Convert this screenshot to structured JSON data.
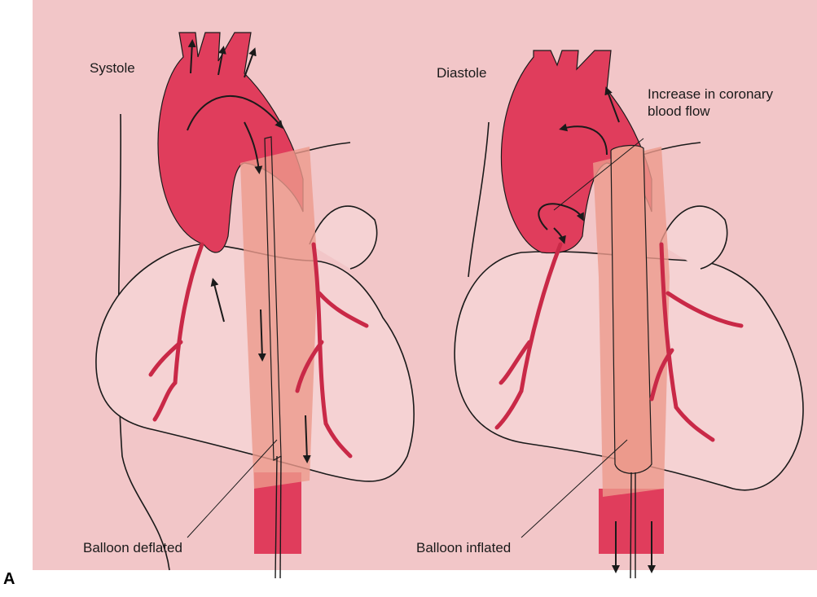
{
  "figure": {
    "panel_letter": "A",
    "colors": {
      "background": "#f2c6c8",
      "blood": "#e03d5c",
      "blood_dark": "#c92947",
      "catheter": "#ec9a8c",
      "outline": "#1a1a1a"
    }
  },
  "systole": {
    "title": "Systole",
    "balloon_label": "Balloon deflated"
  },
  "diastole": {
    "title": "Diastole",
    "coronary_label_line1": "Increase in coronary",
    "coronary_label_line2": "blood flow",
    "balloon_label": "Balloon inflated"
  }
}
